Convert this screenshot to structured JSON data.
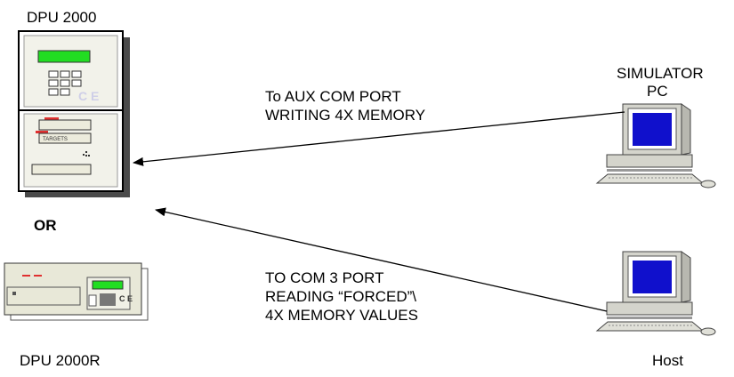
{
  "devices": {
    "dpu2000": {
      "label": "DPU 2000",
      "targets_text": "TARGETS",
      "logo_text": "C E"
    },
    "dpu2000r": {
      "label": "DPU 2000R",
      "logo_text": "C E"
    },
    "simulator": {
      "label_line1": "SIMULATOR",
      "label_line2": "PC"
    },
    "host": {
      "label": "Host"
    }
  },
  "separator": {
    "text": "OR"
  },
  "links": {
    "aux": {
      "line1": "To AUX COM PORT",
      "line2": "WRITING 4X MEMORY"
    },
    "com3": {
      "line1": "TO COM 3 PORT",
      "line2": "READING “FORCED”\\",
      "line3": "4X MEMORY VALUES"
    }
  },
  "colors": {
    "screen": "#1010cc",
    "green_display": "#22dd22",
    "red_led": "#e03030",
    "pc_body": "#d4d4cc",
    "unit_body": "#e8e8d8"
  }
}
